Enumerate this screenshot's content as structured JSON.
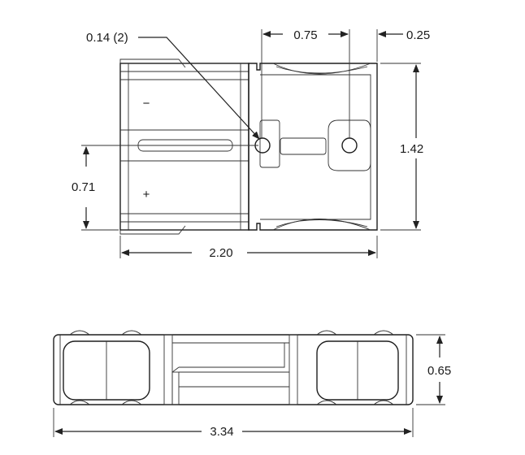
{
  "drawing": {
    "dimensions": {
      "hole_dia": "0.14 (2)",
      "hole_spacing": "0.75",
      "right_offset": "0.25",
      "height": "1.42",
      "hole_height": "0.71",
      "width": "2.20",
      "depth": "0.65",
      "length": "3.34"
    },
    "symbols": {
      "minus": "−",
      "plus": "+"
    }
  }
}
